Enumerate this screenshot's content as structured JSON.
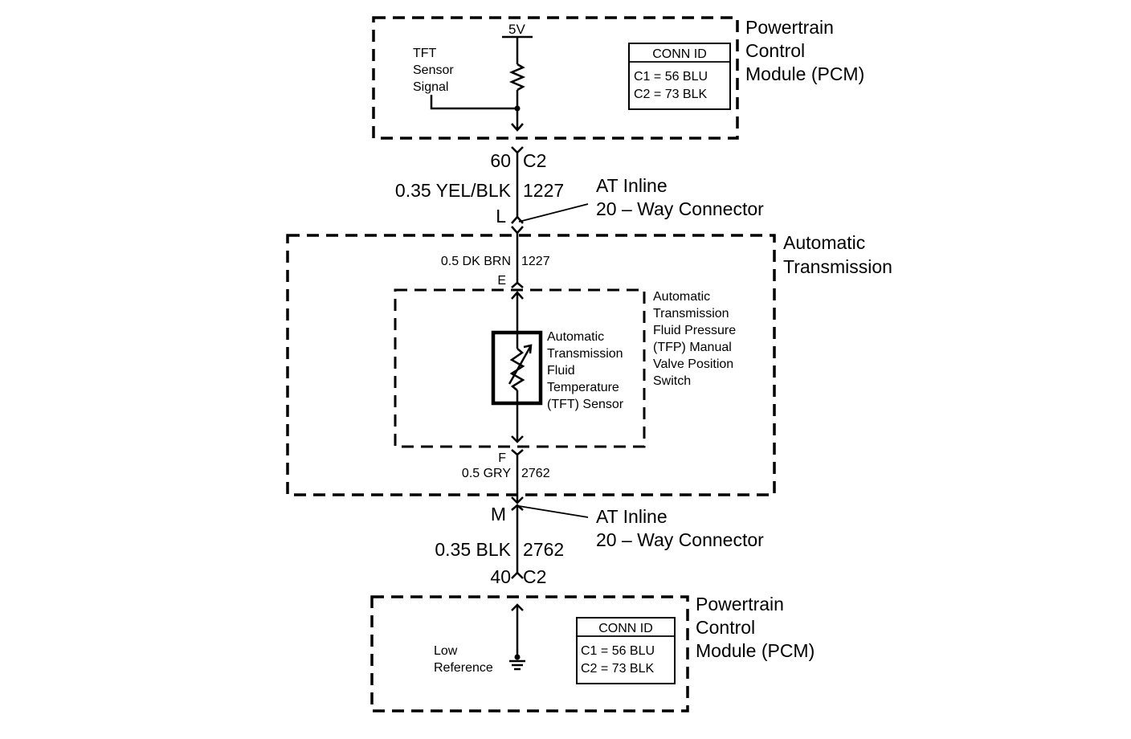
{
  "pcm_top": {
    "title": [
      "Powertrain",
      "Control",
      "Module (PCM)"
    ],
    "supply": "5V",
    "signal_label": [
      "TFT",
      "Sensor",
      "Signal"
    ],
    "conn_id": {
      "header": "CONN ID",
      "rows": [
        "C1 = 56 BLU",
        "C2 = 73 BLK"
      ]
    }
  },
  "top_wire": {
    "pin": "60",
    "connector": "C2",
    "wire": "0.35 YEL/BLK",
    "circuit": "1227",
    "inline_pin": "L",
    "inline_label": [
      "AT Inline",
      "20 – Way Connector"
    ]
  },
  "transmission": {
    "title": [
      "Automatic",
      "Transmission"
    ],
    "upper_wire": "0.5 DK BRN",
    "upper_circuit": "1227",
    "pin_e": "E",
    "tfp_label": [
      "Automatic",
      "Transmission",
      "Fluid Pressure",
      "(TFP) Manual",
      "Valve Position",
      "Switch"
    ],
    "tft_label": [
      "Automatic",
      "Transmission",
      "Fluid",
      "Temperature",
      "(TFT) Sensor"
    ],
    "pin_f": "F",
    "lower_wire": "0.5 GRY",
    "lower_circuit": "2762"
  },
  "bottom_wire": {
    "inline_pin": "M",
    "inline_label": [
      "AT Inline",
      "20 – Way Connector"
    ],
    "wire": "0.35 BLK",
    "circuit": "2762",
    "pin": "40",
    "connector": "C2"
  },
  "pcm_bottom": {
    "title": [
      "Powertrain",
      "Control",
      "Module (PCM)"
    ],
    "ref_label": [
      "Low",
      "Reference"
    ],
    "conn_id": {
      "header": "CONN ID",
      "rows": [
        "C1 = 56 BLU",
        "C2 = 73 BLK"
      ]
    }
  }
}
